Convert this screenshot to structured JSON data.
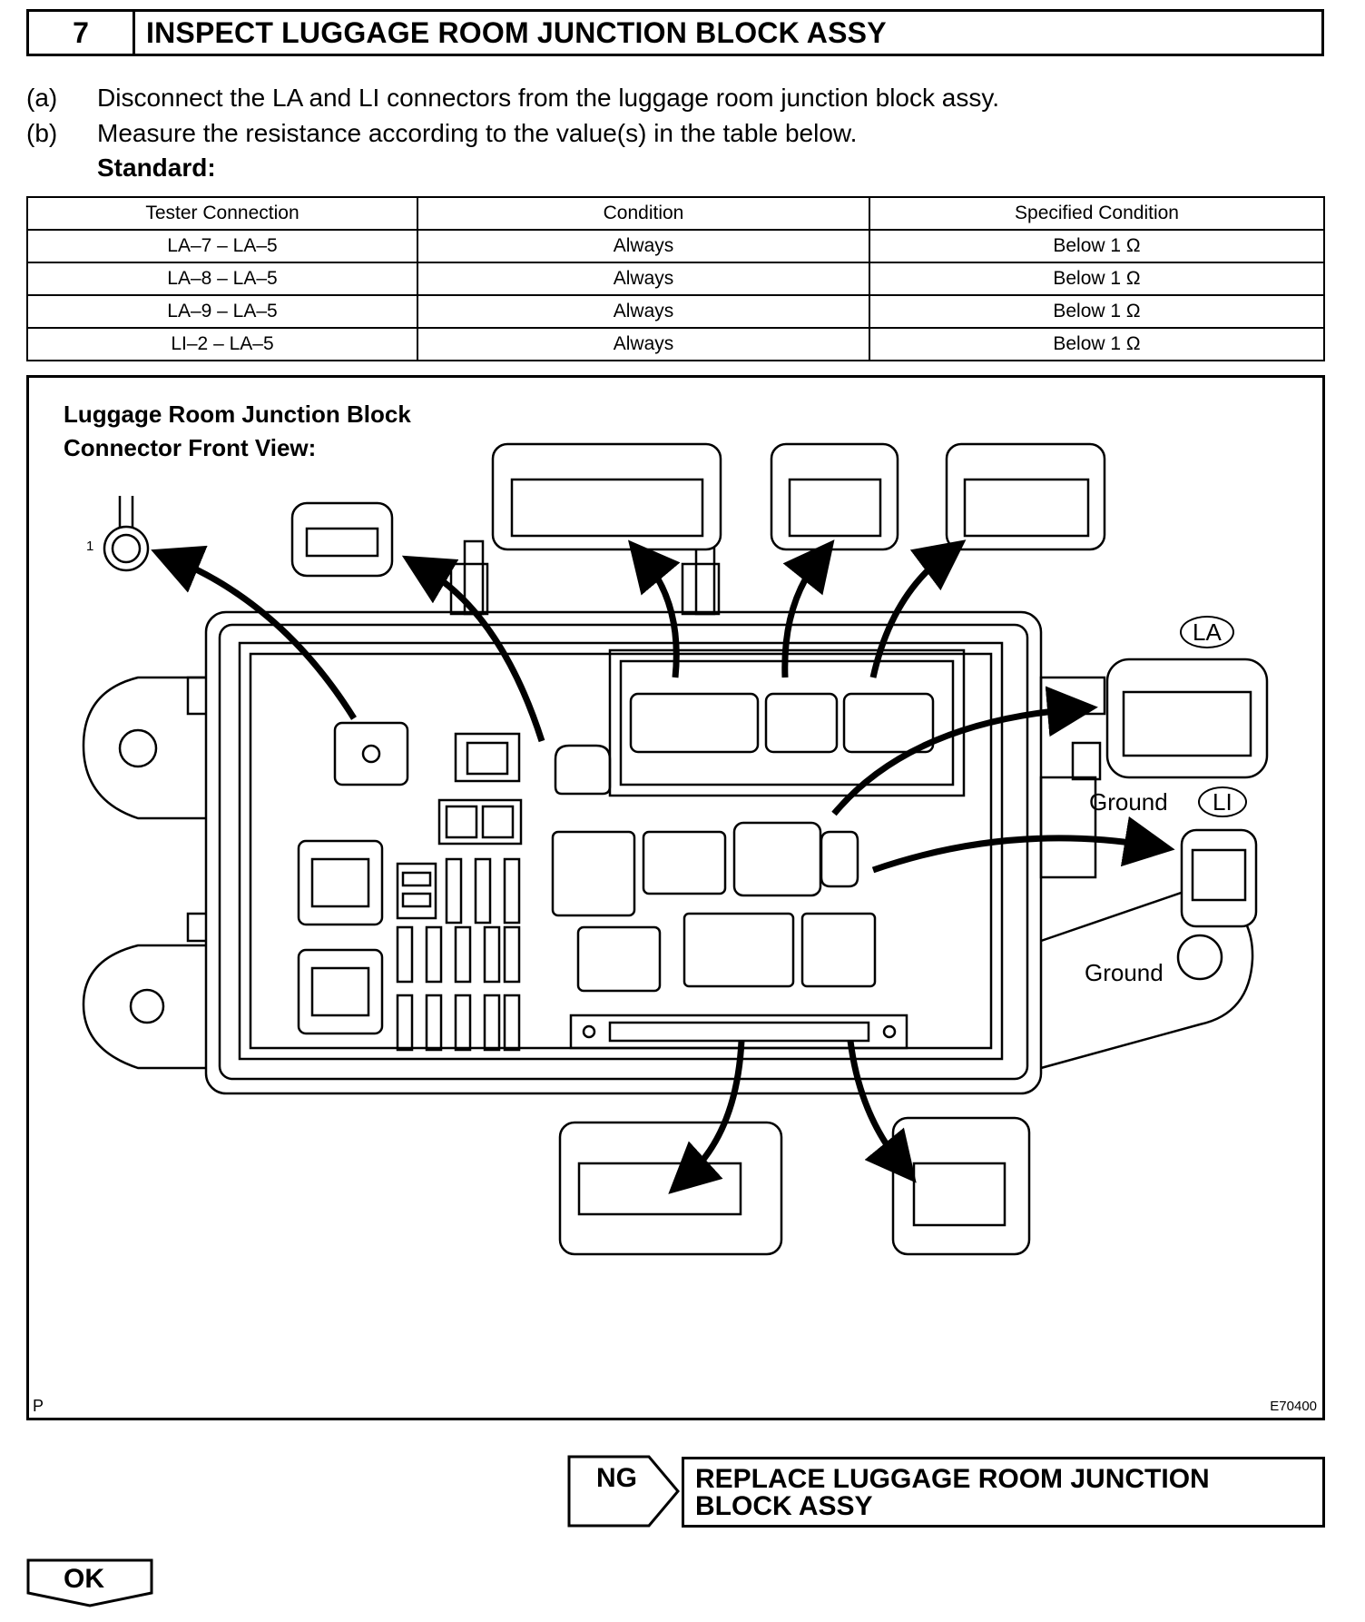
{
  "step": {
    "number": "7",
    "title": "INSPECT LUGGAGE ROOM JUNCTION BLOCK ASSY"
  },
  "instructions": [
    {
      "label": "(a)",
      "text": "Disconnect the LA and LI connectors from the luggage room junction block assy."
    },
    {
      "label": "(b)",
      "text": "Measure the resistance according to the value(s) in the table below."
    }
  ],
  "standard_label": "Standard:",
  "table": {
    "headers": [
      "Tester Connection",
      "Condition",
      "Specified Condition"
    ],
    "rows": [
      [
        "LA–7 – LA–5",
        "Always",
        "Below 1 Ω"
      ],
      [
        "LA–8 – LA–5",
        "Always",
        "Below 1 Ω"
      ],
      [
        "LA–9 – LA–5",
        "Always",
        "Below 1 Ω"
      ],
      [
        "LI–2 – LA–5",
        "Always",
        "Below 1 Ω"
      ]
    ]
  },
  "diagram": {
    "title_line1": "Luggage Room Junction Block",
    "title_line2": "Connector Front View:",
    "la_label": "LA",
    "li_label": "LI",
    "ground_label": "Ground",
    "terminal_label": "1",
    "corner_label": "P",
    "figure_code": "E70400"
  },
  "result": {
    "ng_label": "NG",
    "ng_action": "REPLACE LUGGAGE ROOM JUNCTION BLOCK ASSY",
    "ok_label": "OK"
  }
}
